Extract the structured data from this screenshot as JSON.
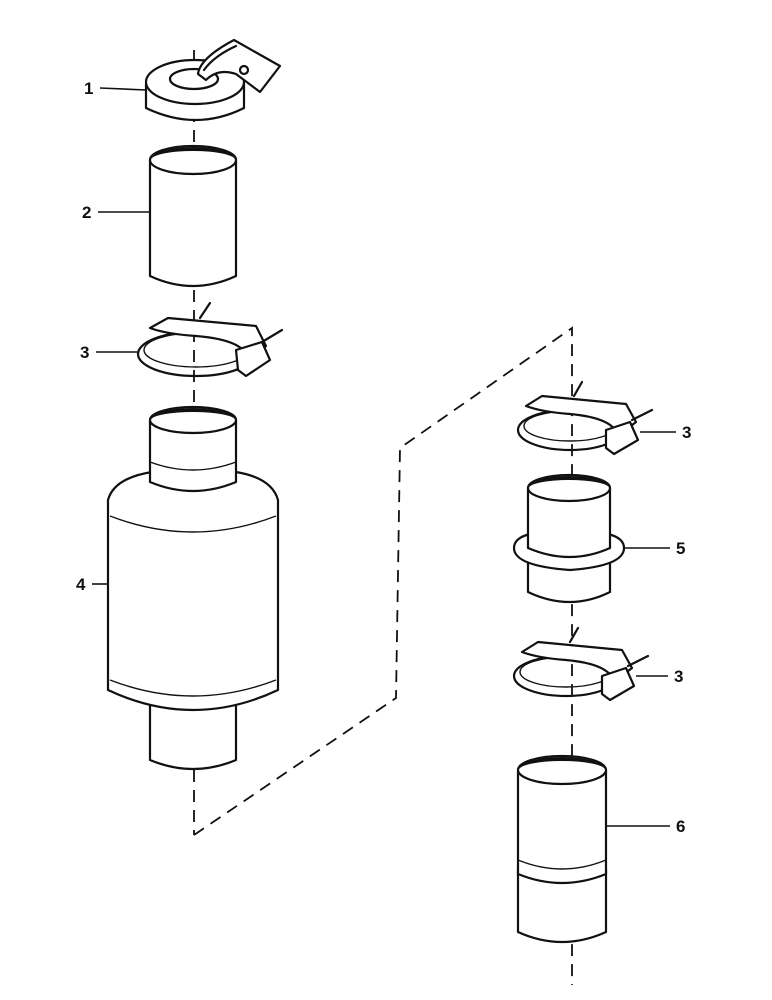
{
  "callouts": {
    "c1": "1",
    "c2": "2",
    "c3a": "3",
    "c3b": "3",
    "c3c": "3",
    "c4": "4",
    "c5": "5",
    "c6": "6"
  }
}
